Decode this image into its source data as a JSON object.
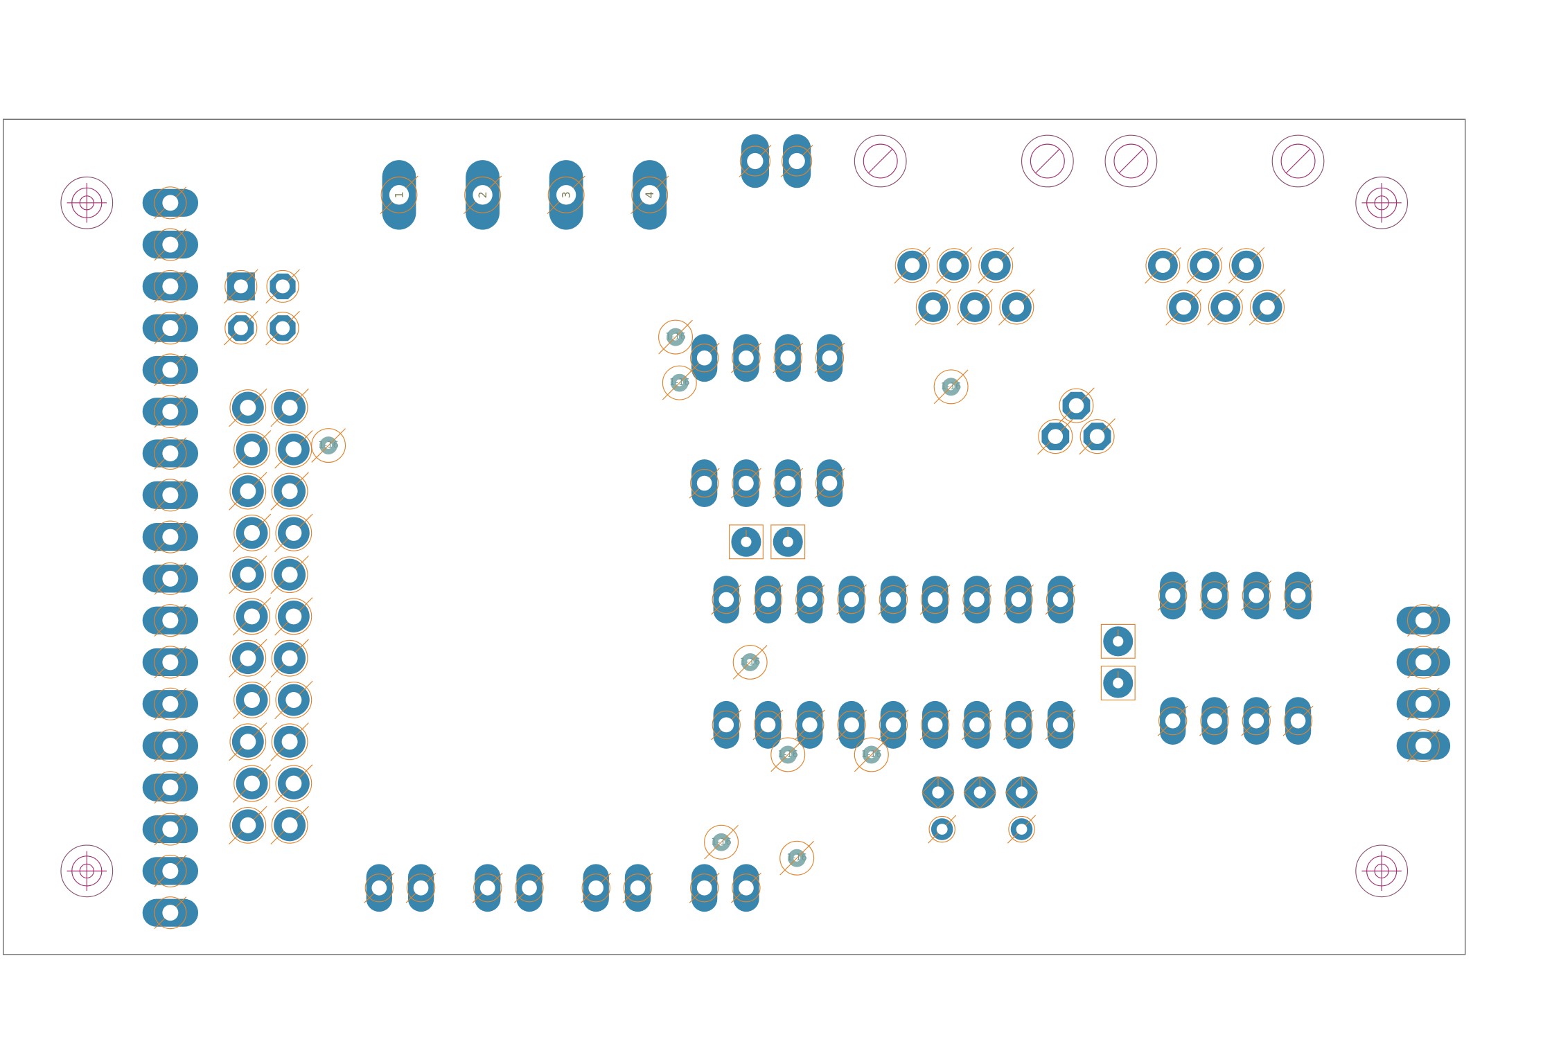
{
  "title": "PCB drill and pad view",
  "colors": {
    "background": "#ffffff",
    "board_outline": "#6e6e6e",
    "pad": "#3886ae",
    "via": "#88b0b0",
    "outline": "#e0842c",
    "mount_hole": "#a03070",
    "hole_outline": "#8a5070"
  },
  "connector_pad_labels": [
    "1",
    "2",
    "3",
    "4"
  ],
  "via_label": "1-16"
}
